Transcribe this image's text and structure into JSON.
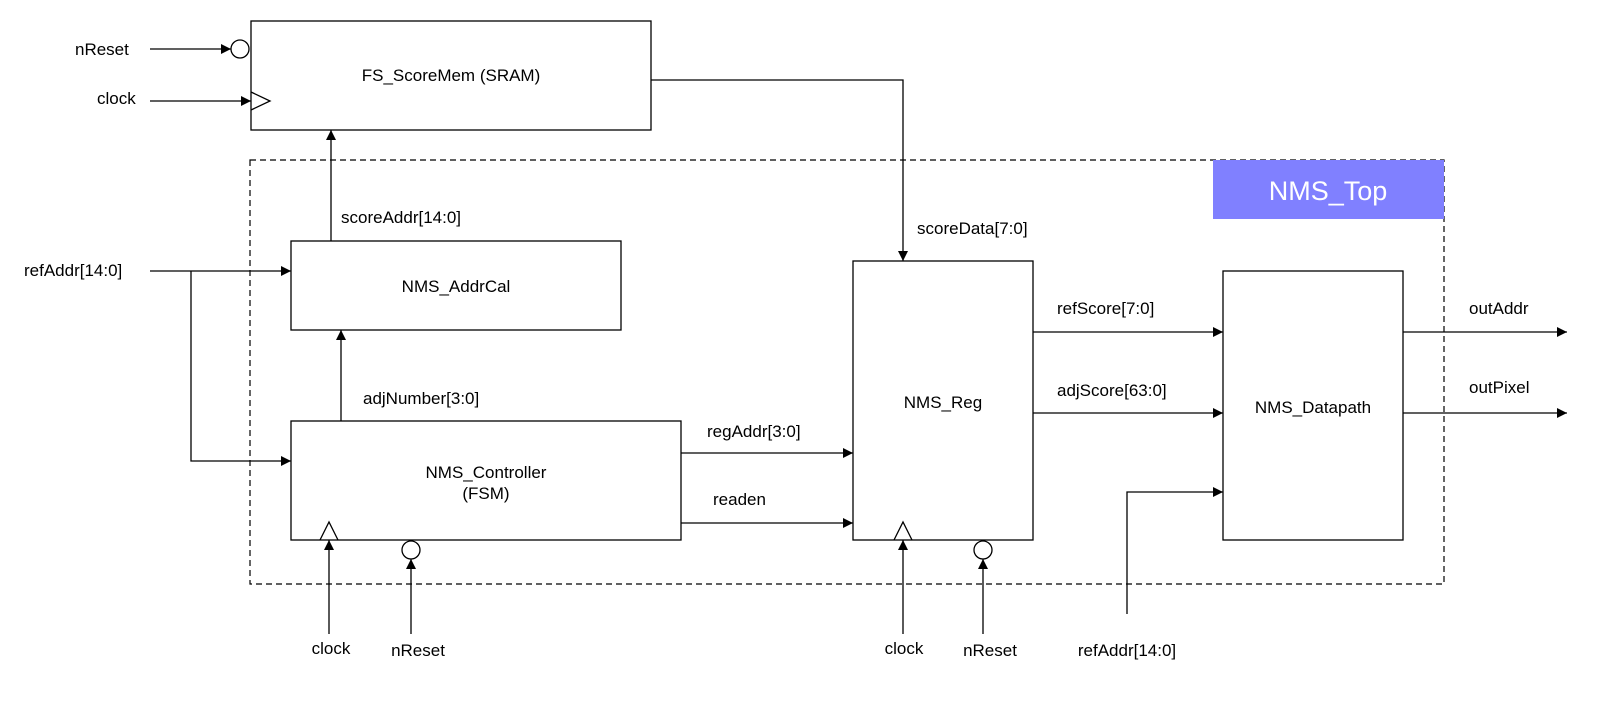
{
  "blocks": {
    "sram": "FS_ScoreMem (SRAM)",
    "addrcal": "NMS_AddrCal",
    "controller_line1": "NMS_Controller",
    "controller_line2": "(FSM)",
    "reg": "NMS_Reg",
    "datapath": "NMS_Datapath"
  },
  "top_module": {
    "label": "NMS_Top",
    "color": "#8080ff"
  },
  "signals": {
    "sram_nreset": "nReset",
    "sram_clock": "clock",
    "score_addr": "scoreAddr[14:0]",
    "ref_addr_in": "refAddr[14:0]",
    "adj_number": "adjNumber[3:0]",
    "reg_addr": "regAddr[3:0]",
    "readen": "readen",
    "score_data": "scoreData[7:0]",
    "ref_score": "refScore[7:0]",
    "adj_score": "adjScore[63:0]",
    "out_addr": "outAddr",
    "out_pixel": "outPixel",
    "ctrl_clock": "clock",
    "ctrl_nreset": "nReset",
    "reg_clock": "clock",
    "reg_nreset": "nReset",
    "dp_ref_addr": "refAddr[14:0]"
  }
}
